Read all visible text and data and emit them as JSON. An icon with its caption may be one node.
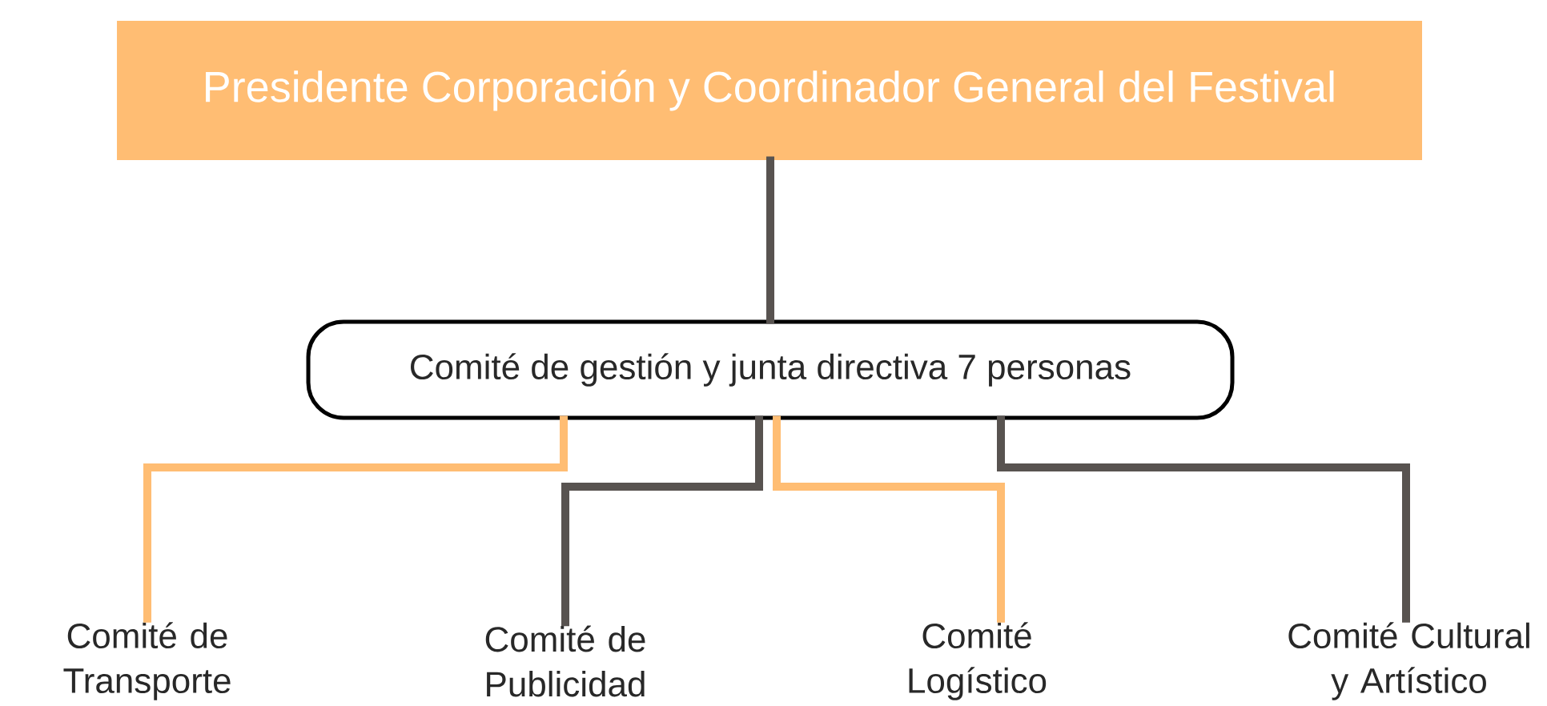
{
  "diagram": {
    "nodes": [
      {
        "text": [
          "Presidente Corporación y Coordinador General del Festival"
        ]
      },
      {
        "text": [
          "Comité de gestión y junta directiva 7 personas"
        ]
      },
      {
        "text": [
          "Comité de Transporte"
        ]
      },
      {
        "text": [
          "Comité de Publicidad"
        ]
      },
      {
        "text": [
          "Comité Logístico"
        ]
      },
      {
        "text": [
          "Comité Cultural y Artístico"
        ]
      }
    ],
    "edges": [
      {
        "from": 0,
        "to": 1,
        "arrow": "none"
      },
      {
        "from": 1,
        "to": 2,
        "arrow": "none",
        "color": "#ffbd73"
      },
      {
        "from": 1,
        "to": 3,
        "arrow": "none"
      },
      {
        "from": 1,
        "to": 4,
        "arrow": "none",
        "color": "#ffbd73"
      },
      {
        "from": 1,
        "to": 5,
        "arrow": "none"
      }
    ]
  }
}
